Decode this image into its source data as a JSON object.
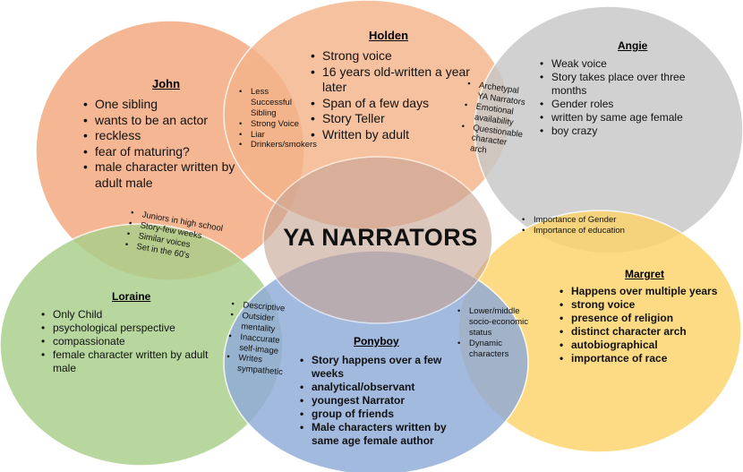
{
  "center_title": "YA NARRATORS",
  "colors": {
    "john": "#f2a77c",
    "holden": "#f5b48a",
    "angie": "#c8c8c8",
    "margret": "#fcd46a",
    "ponyboy": "#8fabd9",
    "loraine": "#a8cf8a",
    "center": "#c8a596",
    "outline": "#ffffff"
  },
  "john": {
    "title": "John",
    "items": [
      "One sibling",
      "wants to be an actor",
      "reckless",
      "fear of maturing?",
      "male character written by adult male"
    ]
  },
  "holden": {
    "title": "Holden",
    "items": [
      "Strong voice",
      "16 years old-written a year later",
      "Span of a few days",
      "Story Teller",
      "Written by adult"
    ]
  },
  "angie": {
    "title": "Angie",
    "items": [
      "Weak voice",
      "Story takes place over three months",
      "Gender roles",
      "written by same age female",
      "boy crazy"
    ]
  },
  "loraine": {
    "title": "Loraine",
    "items": [
      "Only Child",
      "psychological perspective",
      "compassionate",
      "female character written by adult male"
    ]
  },
  "ponyboy": {
    "title": "Ponyboy",
    "items": [
      "Story happens over a few weeks",
      "analytical/observant",
      "youngest Narrator",
      "group of friends",
      "Male characters written by same age female author"
    ]
  },
  "margret": {
    "title": "Margret",
    "items": [
      "Happens over multiple years",
      "strong voice",
      "presence of religion",
      "distinct character arch",
      "autobiographical",
      "importance of race"
    ]
  },
  "overlaps": {
    "john_holden": [
      "Less Successful Sibling",
      "Strong Voice",
      "Liar",
      "Drinkers/smokers"
    ],
    "holden_angie": [
      "Archetypal YA Narrators",
      "Emotional availability",
      "Questionable character arch"
    ],
    "john_loraine": [
      "Juniors in high school",
      "Story-few weeks",
      "Similar voices",
      "Set in the 60's"
    ],
    "angie_margret": [
      "Importance of Gender",
      "Importance of education"
    ],
    "loraine_ponyboy": [
      "Descriptive",
      "Outsider mentality",
      "Inaccurate self-image",
      "Writes sympathetic"
    ],
    "ponyboy_margret": [
      "Lower/middle socio-economic status",
      "Dynamic characters"
    ]
  }
}
